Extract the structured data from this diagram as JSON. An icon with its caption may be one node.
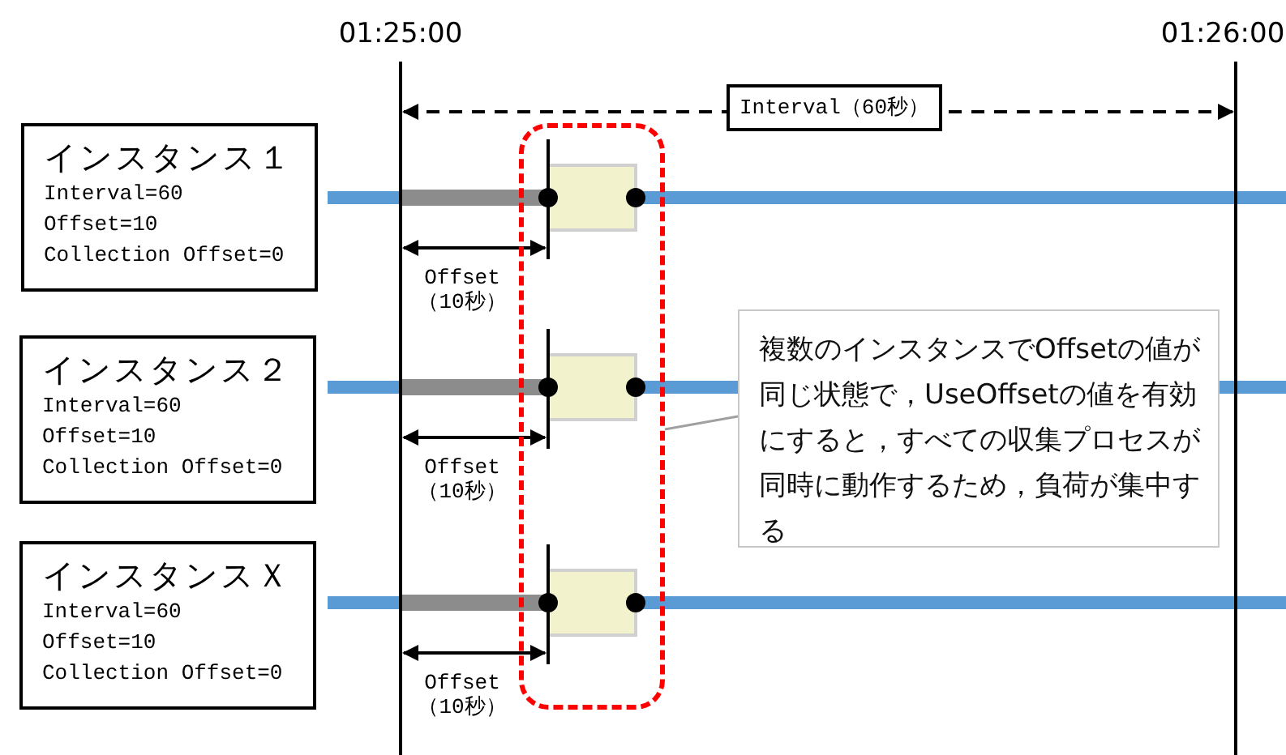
{
  "diagram": {
    "nodes": [
      {
        "text": [
          "インスタンス１",
          "Interval=60",
          "Offset=10",
          "Collection Offset=0"
        ]
      },
      {
        "text": [
          "インスタンス２",
          "Interval=60",
          "Offset=10",
          "Collection Offset=0"
        ]
      },
      {
        "text": [
          "インスタンスＸ",
          "Interval=60",
          "Offset=10",
          "Collection Offset=0"
        ]
      },
      {
        "text": [
          "複数のインスタンスでOffsetの値が同じ状態で，UseOffsetの値を有効にすると，すべての収集プロセスが同時に動作するため，負荷が集中する"
        ]
      },
      {
        "text": [],
        "shape": "box"
      }
    ],
    "edges": [
      {
        "from": 3,
        "to": 4,
        "arrow": "none"
      }
    ],
    "labels": [
      "01:25:00",
      "01:26:00",
      "Interval（60秒）",
      "Offset （10秒）",
      "Offset （10秒）",
      "Offset （10秒）"
    ]
  }
}
